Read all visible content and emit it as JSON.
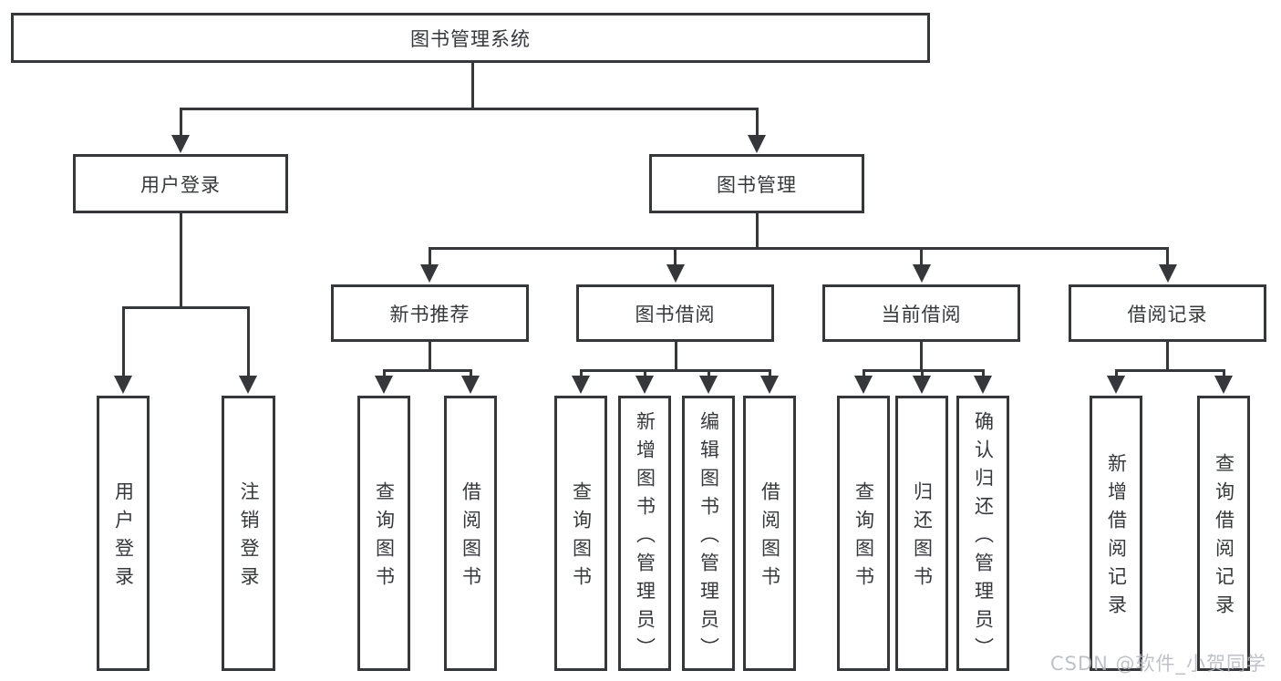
{
  "tree": {
    "label": "图书管理系统",
    "children": [
      {
        "label": "用户登录",
        "children": [
          {
            "label": "用户登录"
          },
          {
            "label": "注销登录"
          }
        ]
      },
      {
        "label": "图书管理",
        "children": [
          {
            "label": "新书推荐",
            "children": [
              {
                "label": "查询图书"
              },
              {
                "label": "借阅图书"
              }
            ]
          },
          {
            "label": "图书借阅",
            "children": [
              {
                "label": "查询图书"
              },
              {
                "label": "新增图书（管理员）"
              },
              {
                "label": "编辑图书（管理员）"
              },
              {
                "label": "借阅图书"
              }
            ]
          },
          {
            "label": "当前借阅",
            "children": [
              {
                "label": "查询图书"
              },
              {
                "label": "归还图书"
              },
              {
                "label": "确认归还（管理员）"
              }
            ]
          },
          {
            "label": "借阅记录",
            "children": [
              {
                "label": "新增借阅记录"
              },
              {
                "label": "查询借阅记录"
              }
            ]
          }
        ]
      }
    ]
  },
  "watermark": "CSDN @软件_小贺同学",
  "colors": {
    "line": "#35373b",
    "text": "#36383c",
    "box_background": "#ffffff",
    "page_background": "#ffffff",
    "watermark": "#b3b8bf"
  }
}
